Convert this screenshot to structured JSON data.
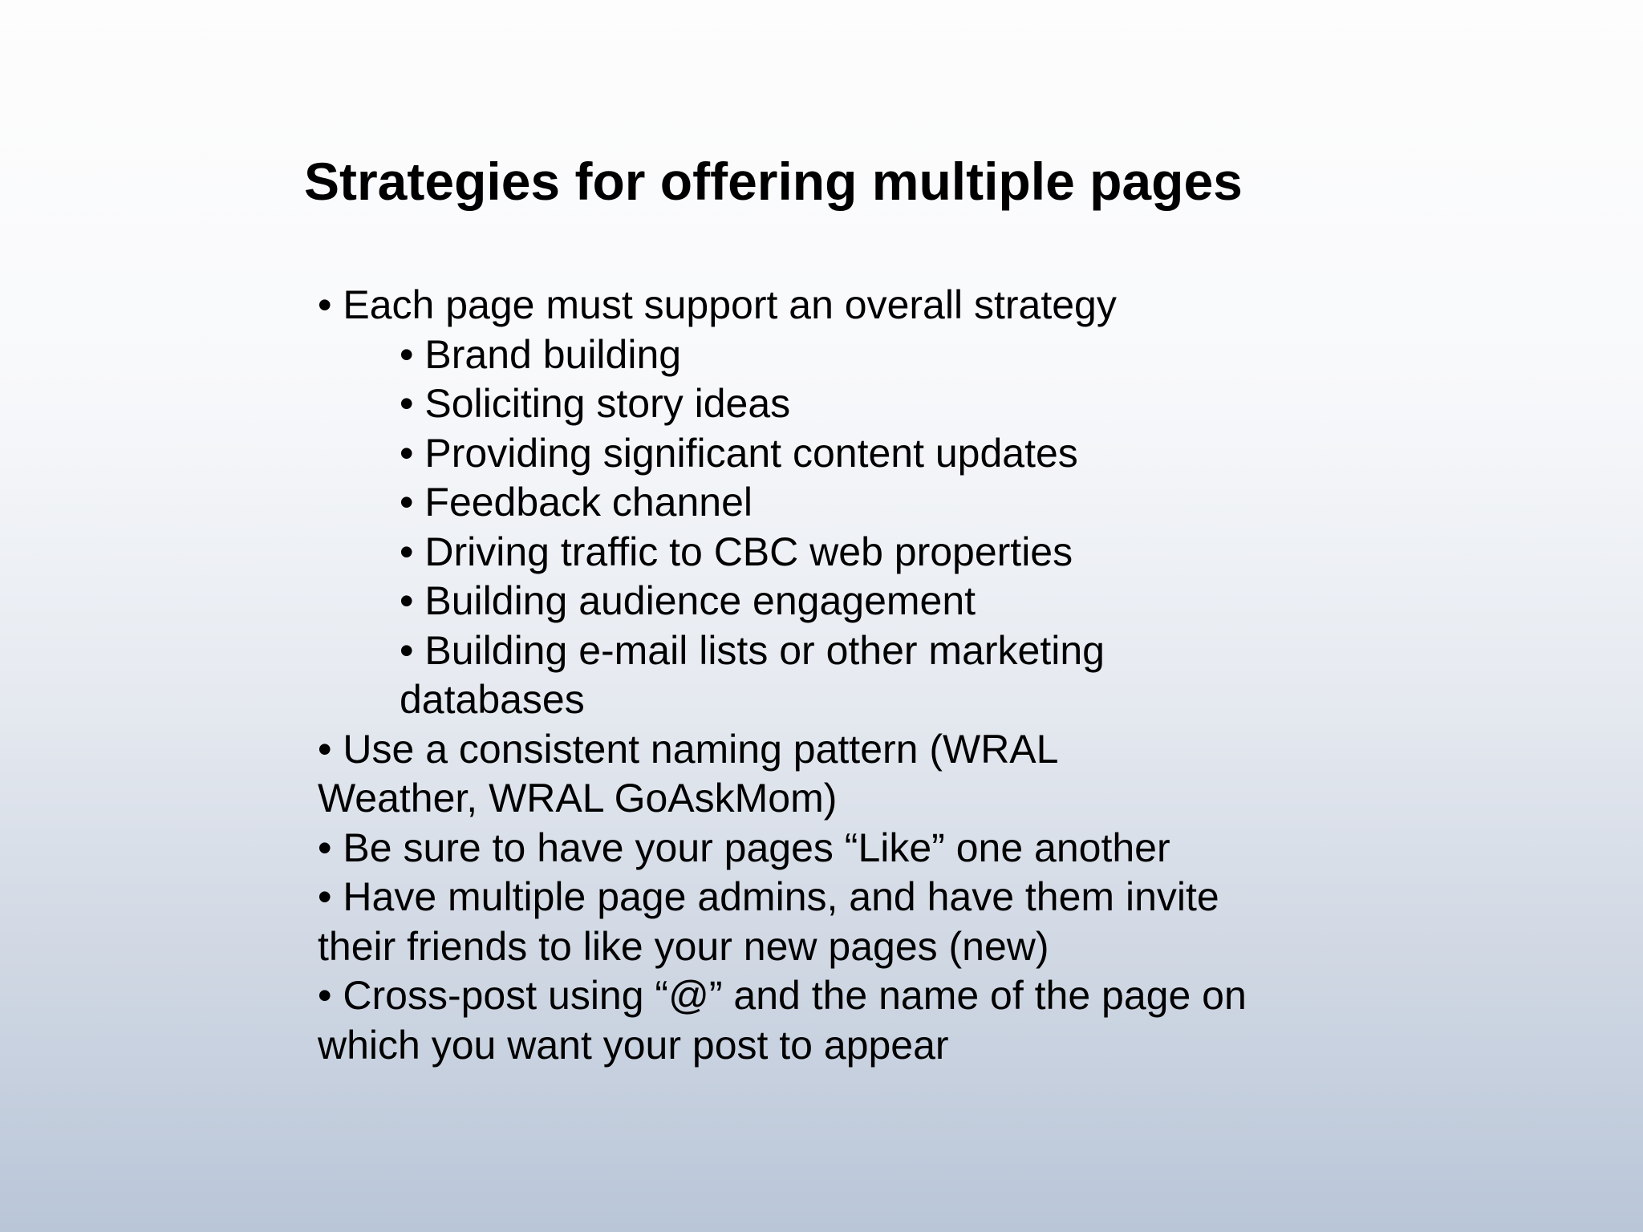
{
  "slide": {
    "title": "Strategies for offering multiple pages",
    "lines": [
      "• Each page must support an overall strategy",
      "• Brand building",
      "• Soliciting story ideas",
      "• Providing significant content updates",
      "• Feedback channel",
      "• Driving traffic to CBC web properties",
      "• Building audience engagement",
      "• Building e-mail lists or other marketing",
      "databases",
      "• Use a consistent naming pattern (WRAL",
      "Weather, WRAL GoAskMom)",
      "• Be sure to have your pages “Like” one another",
      "• Have multiple page admins, and have them invite",
      "their friends to like your new pages (new)",
      "• Cross-post using “@” and the name of the page on",
      "which you want your post to appear"
    ]
  }
}
